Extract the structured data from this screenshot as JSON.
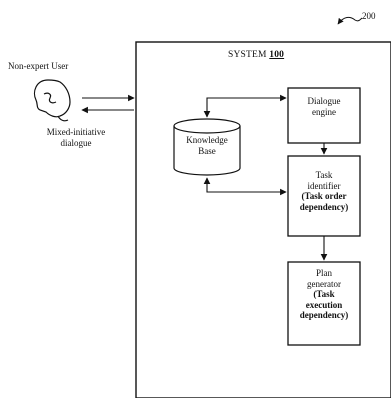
{
  "figure_number": "200",
  "system": {
    "title": "SYSTEM",
    "number": "100"
  },
  "user": {
    "label": "Non-expert User"
  },
  "interaction": {
    "line1": "Mixed-initiative",
    "line2": "dialogue"
  },
  "knowledge_base": {
    "line1": "Knowledge",
    "line2": "Base"
  },
  "dialogue_engine": {
    "line1": "Dialogue",
    "line2": "engine"
  },
  "task_identifier": {
    "line1": "Task",
    "line2": "identifier",
    "line3": "(Task order",
    "line4": "dependency)"
  },
  "plan_generator": {
    "line1": "Plan",
    "line2": "generator",
    "line3": "(Task",
    "line4": "execution",
    "line5": "dependency)"
  }
}
